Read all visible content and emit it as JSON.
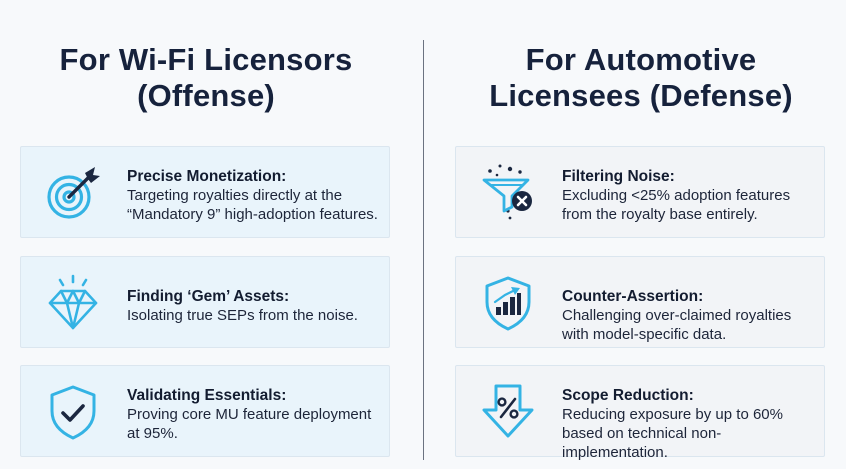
{
  "left": {
    "title_line1": "For Wi-Fi Licensors",
    "title_line2": "(Offense)",
    "cards": [
      {
        "icon": "target-icon",
        "title": "Precise Monetization:",
        "desc_line1": "Targeting royalties directly at the",
        "desc_line2": "“Mandatory 9” high-adoption features."
      },
      {
        "icon": "gem-icon",
        "title": "Finding ‘Gem’ Assets:",
        "desc_line1": "Isolating true SEPs from the noise."
      },
      {
        "icon": "shield-check-icon",
        "title": "Validating Essentials:",
        "desc_line1": "Proving core MU feature deployment",
        "desc_line2": "at 95%."
      }
    ]
  },
  "right": {
    "title_line1": "For Automotive",
    "title_line2": "Licensees (Defense)",
    "cards": [
      {
        "icon": "funnel-filter-icon",
        "title": "Filtering Noise:",
        "desc_line1": "Excluding <25% adoption features",
        "desc_line2": "from the royalty base entirely."
      },
      {
        "icon": "shield-chart-icon",
        "title": "Counter-Assertion:",
        "desc_line1": "Challenging over-claimed royalties",
        "desc_line2": "with model-specific data."
      },
      {
        "icon": "down-arrow-percent-icon",
        "title": "Scope Reduction:",
        "desc_line1": "Reducing exposure by up to 60%",
        "desc_line2": "based on technical non-implementation."
      }
    ]
  },
  "colors": {
    "accent": "#34b3e4",
    "title": "#16223c",
    "left_card_bg": "#e9f4fb",
    "right_card_bg": "#f2f4f7"
  }
}
